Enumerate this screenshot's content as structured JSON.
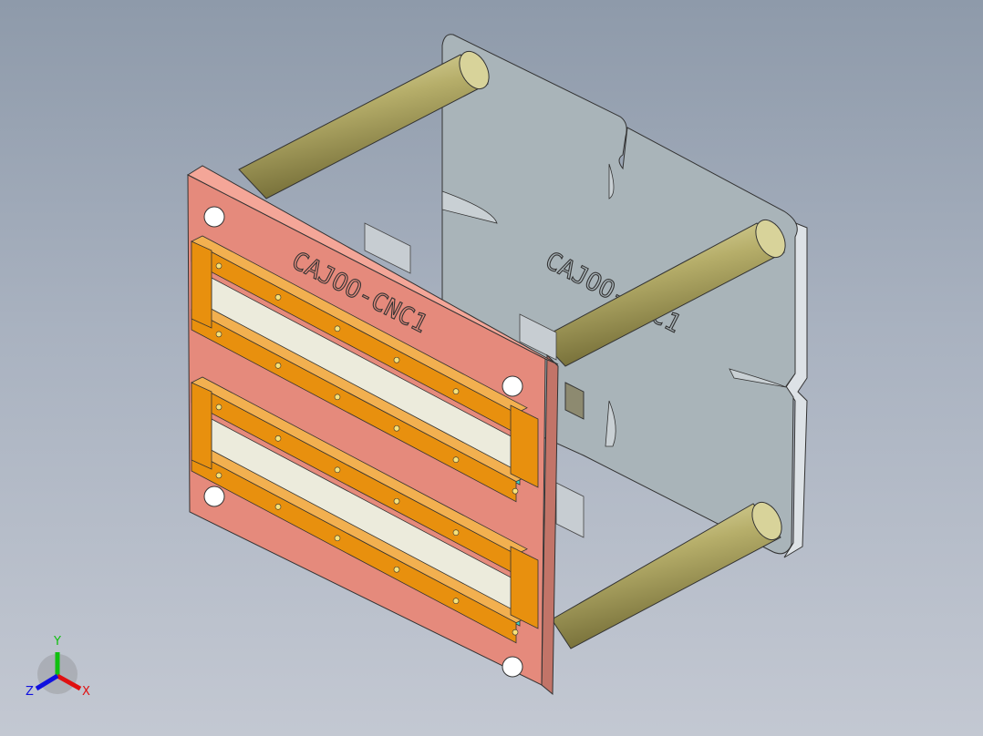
{
  "model": {
    "front_plate_engraving": "CAJOO-CNC1",
    "back_plate_engraving": "CAJOO-CNC1",
    "colors": {
      "front_plate": "#e58a7c",
      "back_plate": "#a9b4b9",
      "rods": "#b6ae6a",
      "rails": "#e8900e",
      "insert": "#ecebdc",
      "seal": "#3ed6c8"
    }
  },
  "triad": {
    "x_label": "X",
    "y_label": "Y",
    "z_label": "Z",
    "x_color": "#e01010",
    "y_color": "#10c010",
    "z_color": "#1010e0"
  }
}
